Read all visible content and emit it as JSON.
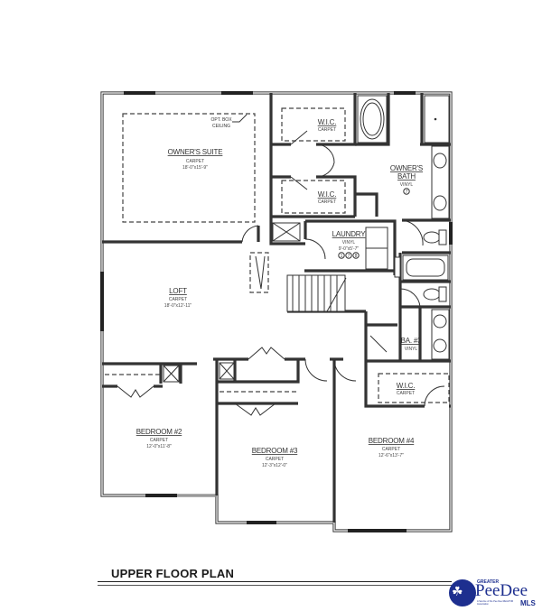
{
  "plan": {
    "title": "UPPER FLOOR PLAN",
    "rooms": {
      "owners_suite": {
        "name": "OWNER'S SUITE",
        "floor": "CARPET",
        "size": "18'-0\"x15'-9\""
      },
      "box_ceiling_note": {
        "line1": "OPT. BOX",
        "line2": "CEILING"
      },
      "wic_1": {
        "name": "W.I.C.",
        "floor": "CARPET"
      },
      "wic_2": {
        "name": "W.I.C.",
        "floor": "CARPET"
      },
      "owners_bath": {
        "name_line1": "OWNER'S",
        "name_line2": "BATH",
        "floor": "VINYL",
        "tag": "7"
      },
      "laundry": {
        "name": "LAUNDRY",
        "floor": "VINYL",
        "size": "9'-0\"x5'-7\"",
        "tags": [
          "1",
          "7",
          "8"
        ]
      },
      "loft": {
        "name": "LOFT",
        "floor": "CARPET",
        "size": "18'-0\"x12'-11\""
      },
      "bath_3": {
        "name": "BA. #3",
        "floor": "VINYL"
      },
      "wic_3": {
        "name": "W.I.C.",
        "floor": "CARPET"
      },
      "bedroom_2": {
        "name": "BEDROOM #2",
        "floor": "CARPET",
        "size": "12'-0\"x11'-8\""
      },
      "bedroom_3": {
        "name": "BEDROOM #3",
        "floor": "CARPET",
        "size": "12'-3\"x12'-0\""
      },
      "bedroom_4": {
        "name": "BEDROOM #4",
        "floor": "CARPET",
        "size": "12'-6\"x13'-7\""
      }
    }
  },
  "logo": {
    "greater": "GREATER",
    "name": "PeeDee",
    "mls": "MLS",
    "tagline": "A Service of the Pee Dee REALTOR Association",
    "brand_color": "#1d2f8f"
  }
}
